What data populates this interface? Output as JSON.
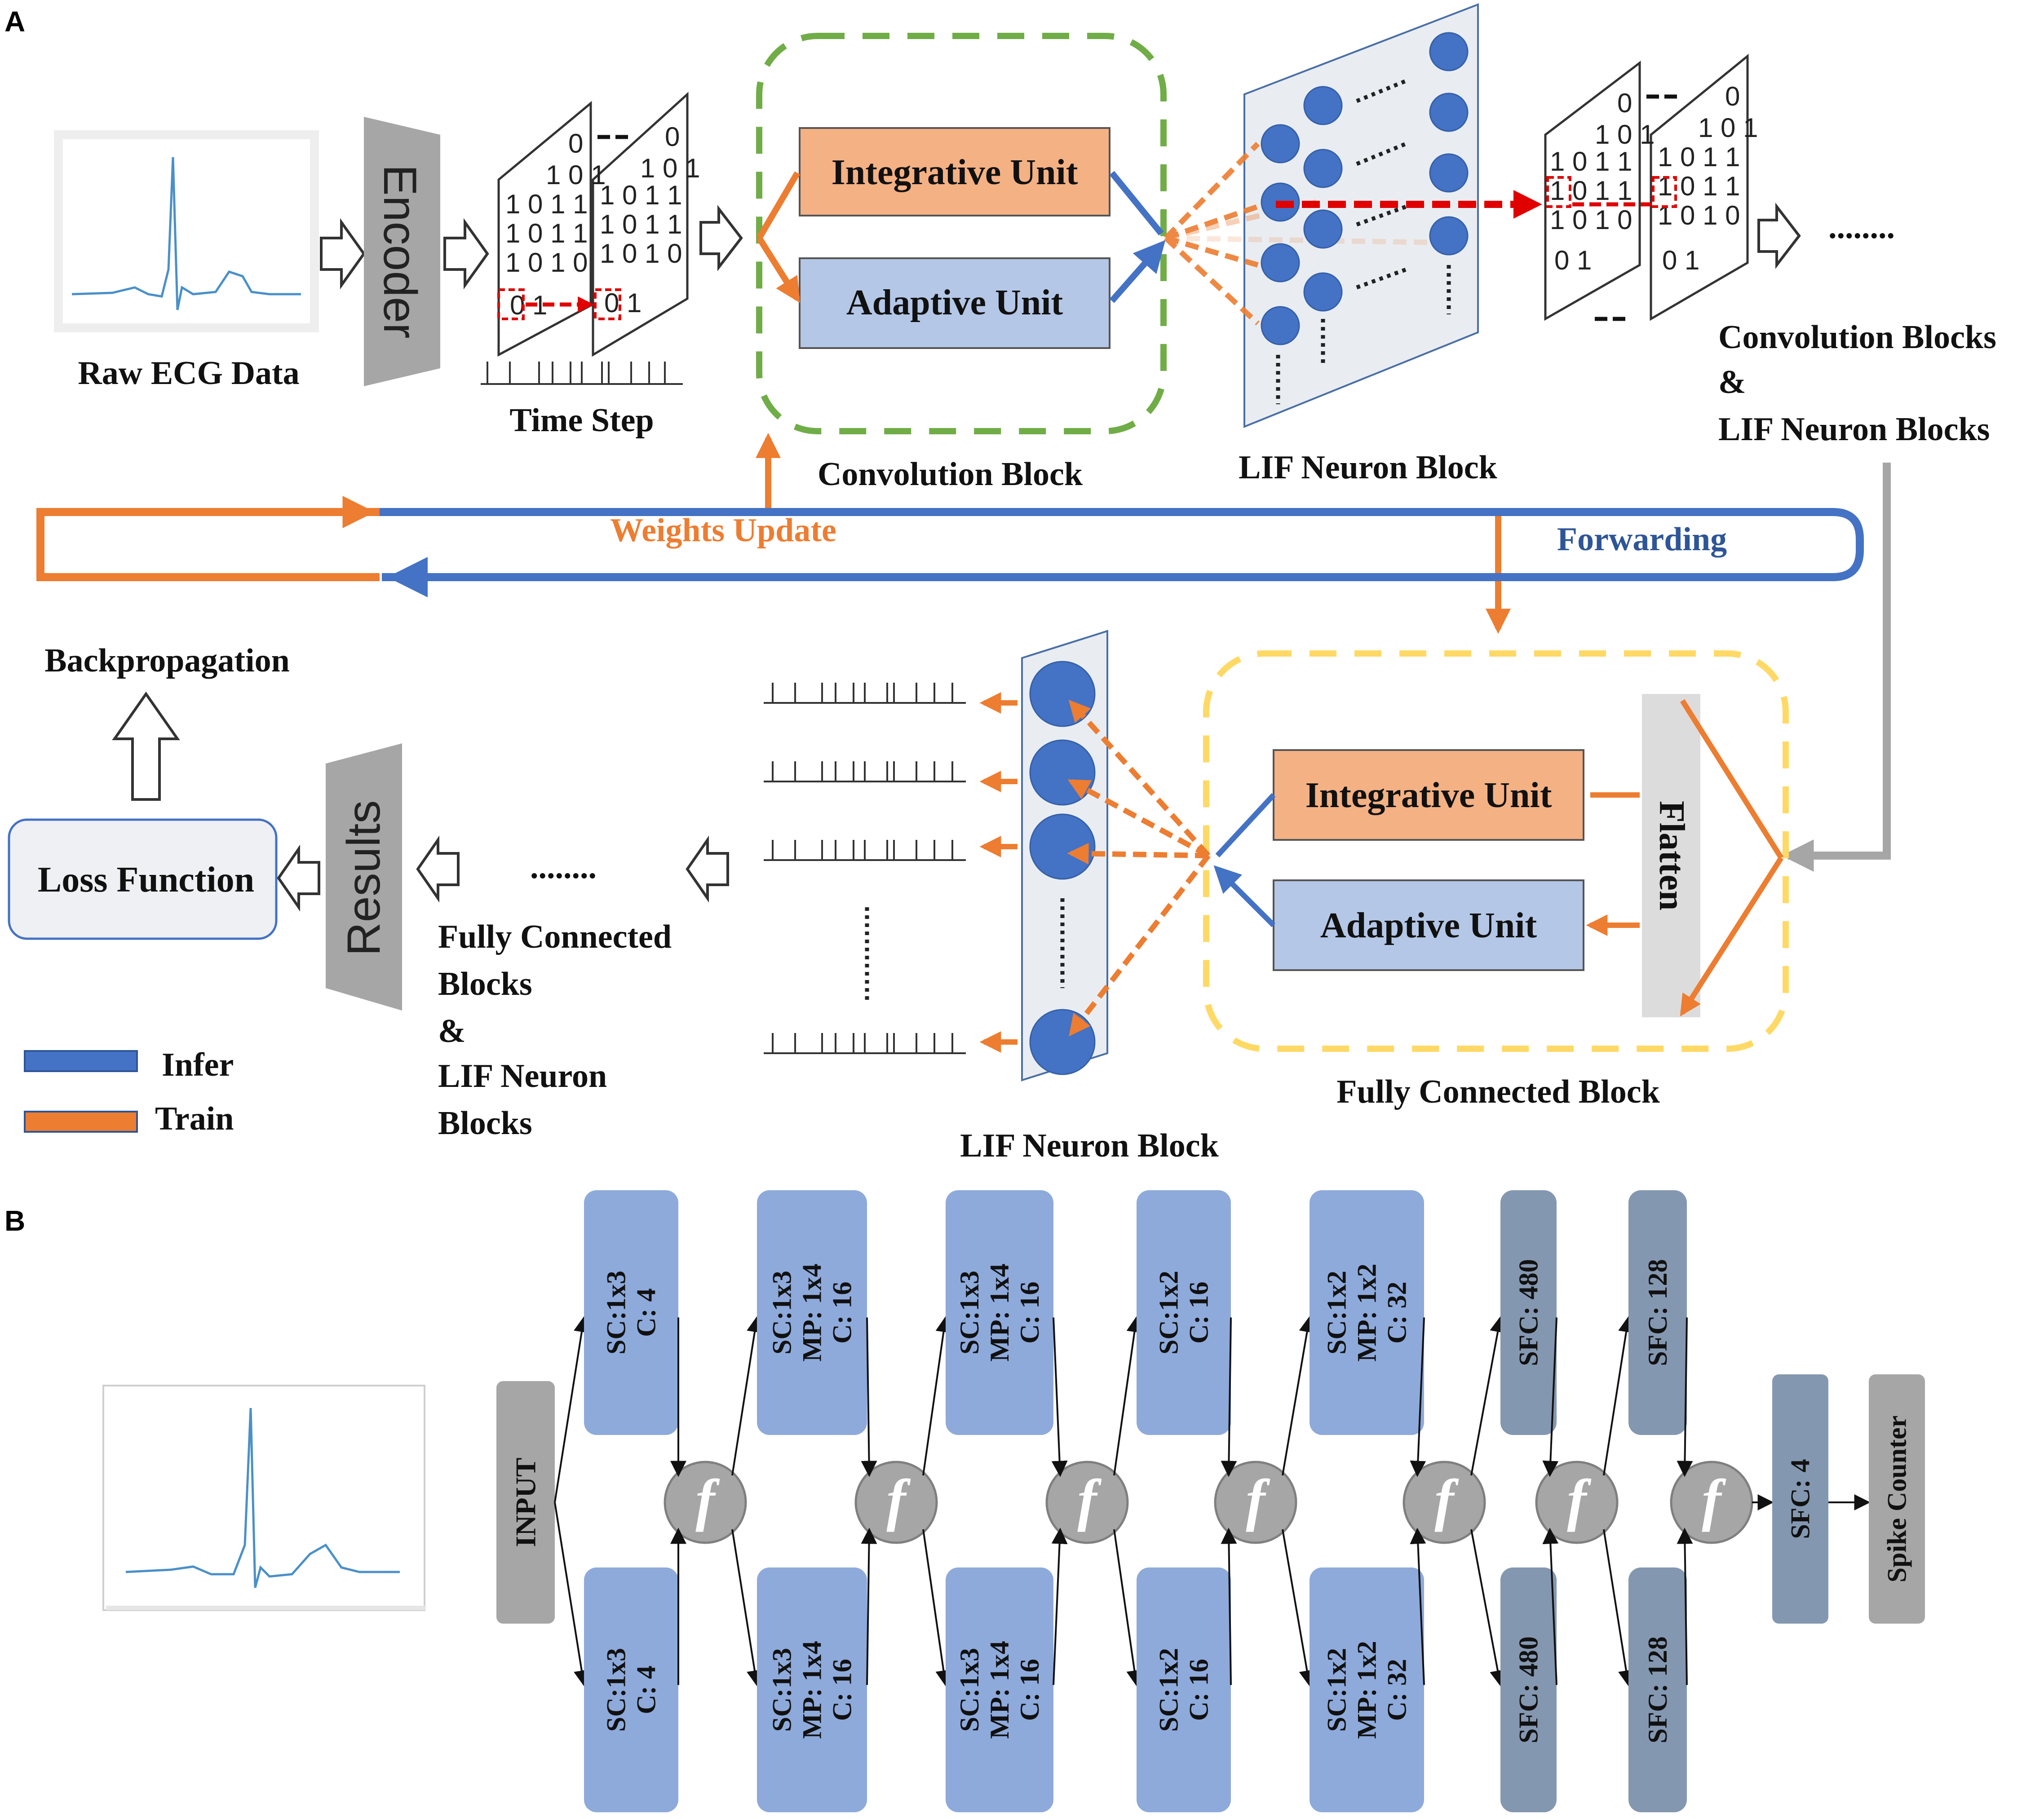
{
  "panels": {
    "a": "A",
    "b": "B"
  },
  "top": {
    "raw_ecg": "Raw ECG Data",
    "encoder": "Encoder",
    "time_step": "Time Step",
    "integrative_unit": "Integrative Unit",
    "adaptive_unit": "Adaptive Unit",
    "convolution_block": "Convolution Block",
    "lif_neuron_block": "LIF Neuron Block",
    "conv_blocks_line1": "Convolution Blocks",
    "conv_blocks_line2": "&",
    "conv_blocks_line3": "LIF Neuron Blocks",
    "weights_update": "Weights Update",
    "forwarding": "Forwarding",
    "backpropagation": "Backpropagation",
    "loss_function": "Loss Function",
    "results": "Results",
    "fc_line1": "Fully Connected",
    "fc_line2": "Blocks",
    "fc_line3": "&",
    "fc_line4": "LIF Neuron",
    "fc_line5": "Blocks",
    "fc_integrative_unit": "Integrative Unit",
    "fc_adaptive_unit": "Adaptive Unit",
    "flatten": "Flatten",
    "fully_connected_block": "Fully Connected Block",
    "lif_neuron_block_bottom": "LIF Neuron Block",
    "ellipsis": "........",
    "legend": {
      "infer": "Infer",
      "train": "Train"
    },
    "bit_rows_a": [
      "0",
      "1 0 1",
      "1 0 1 1",
      "1 0 1 1",
      "1 0 1 0",
      "0 1"
    ],
    "bit_rows_b": [
      "0",
      "1 0 1",
      "1 0 1 1",
      "1 0 1 1",
      "1 0 1 0",
      "0 1"
    ]
  },
  "network": {
    "input": "INPUT",
    "activation": "f",
    "output": "Spike Counter",
    "final_layer": [
      "SFC: 4"
    ],
    "layers": [
      [
        "SC:1x3",
        "C: 4"
      ],
      [
        "SC:1x3",
        "MP: 1x4",
        "C: 16"
      ],
      [
        "SC:1x3",
        "MP: 1x4",
        "C: 16"
      ],
      [
        "SC:1x2",
        "C: 16"
      ],
      [
        "SC:1x2",
        "MP: 1x2",
        "C: 32"
      ],
      [
        "SFC: 480"
      ],
      [
        "SFC: 128"
      ]
    ]
  },
  "colors": {
    "infer": "#4472c4",
    "train": "#ed7d31",
    "conv_border": "#70ad47",
    "fc_border": "#ffd966",
    "integrative_fill": "#f4b183",
    "adaptive_fill": "#b4c7e7",
    "conv_layer": "#8eaadb",
    "fc_layer": "#8497b0",
    "gray": "#a6a6a6",
    "dashed_red": "#e00000"
  }
}
